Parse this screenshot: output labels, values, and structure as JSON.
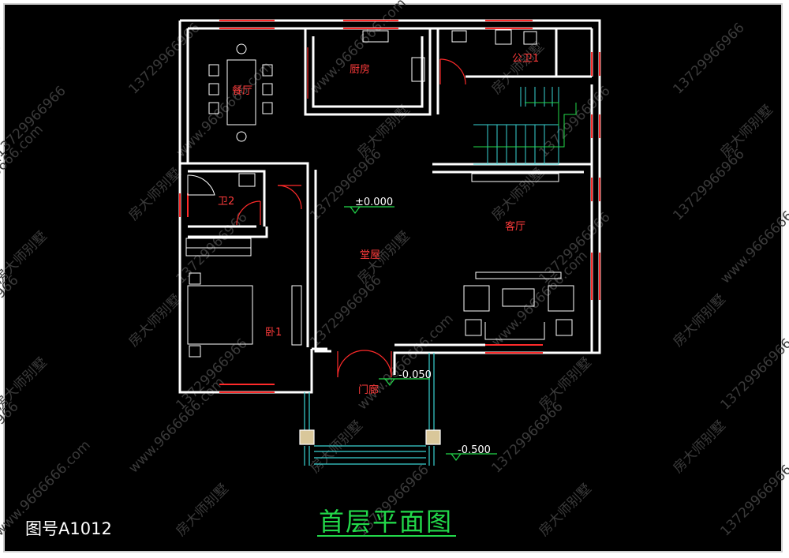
{
  "drawing": {
    "title": "首层平面图",
    "number": "图号A1012"
  },
  "rooms": {
    "dining": "餐厅",
    "kitchen": "厨房",
    "public_bath": "公卫1",
    "bath2": "卫2",
    "hall": "堂屋",
    "living": "客厅",
    "bedroom": "卧1",
    "entry": "门廊"
  },
  "levels": {
    "main": "±0.000",
    "porch": "-0.050",
    "step": "-0.500"
  },
  "watermark": {
    "brand": "房大师别墅",
    "phone": "13729966966",
    "site": "www.9666666.com"
  },
  "colors": {
    "background": "#000000",
    "wall": "#ffffff",
    "window": "#ff2a2a",
    "room_text": "#ff3b3b",
    "stairs": "#39d4d4",
    "title": "#22d84a"
  }
}
